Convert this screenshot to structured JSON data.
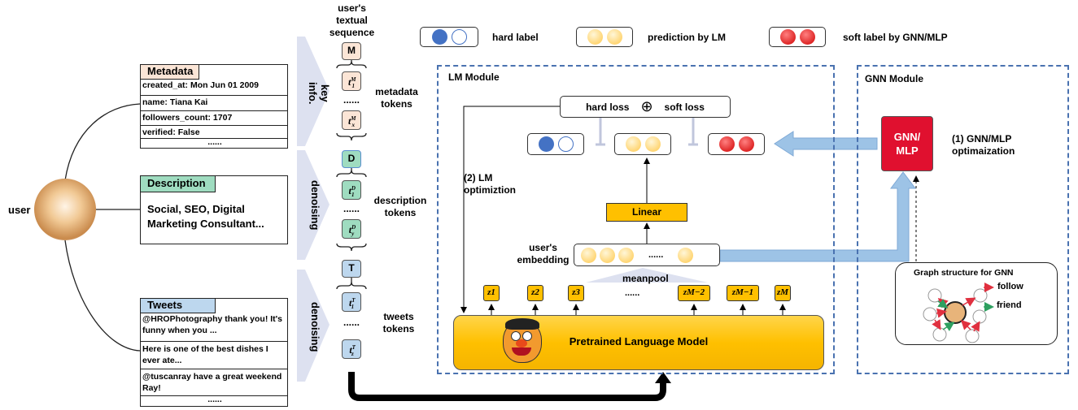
{
  "user_label": "user",
  "sequence_title": "user's textual sequence",
  "metadata": {
    "header": "Metadata",
    "rows": [
      "created_at: Mon Jun 01 2009",
      "name: Tiana Kai",
      "followers_count: 1707",
      "verified: False",
      "......"
    ],
    "color": "#fbe5d6"
  },
  "description": {
    "header": "Description",
    "text": "Social, SEO, Digital Marketing Consultant...",
    "color": "#9fdcc0"
  },
  "tweets": {
    "header": "Tweets",
    "rows": [
      "@HROPhotography thank you! It's funny when you ...",
      "Here is one of the best dishes I ever ate...",
      "@tuscanray have a great weekend Ray!",
      "......"
    ],
    "color": "#bdd7ee"
  },
  "chevrons": [
    "key info.",
    "denoising",
    "denoising"
  ],
  "tokens": {
    "m": "M",
    "m1": "t",
    "m1sup": "M",
    "m1sub": "1",
    "mx": "t",
    "mxsup": "M",
    "mxsub": "x",
    "d": "D",
    "d1": "t",
    "d1sup": "D",
    "d1sub": "1",
    "dy": "t",
    "dysup": "D",
    "dysub": "y",
    "t": "T",
    "t1": "t",
    "t1sup": "T",
    "t1sub": "1",
    "tz": "t",
    "tzsup": "T",
    "tzsub": "z",
    "dots": "......"
  },
  "token_labels": {
    "metadata": "metadata tokens",
    "description": "description tokens",
    "tweets": "tweets tokens"
  },
  "legend": {
    "hard": "hard label",
    "pred": "prediction by LM",
    "soft": "soft label by GNN/MLP"
  },
  "lm_module": {
    "title": "LM Module",
    "hard_loss": "hard loss",
    "plus": "⊕",
    "soft_loss": "soft loss",
    "lm_opt": "(2) LM optimiztion",
    "linear": "Linear",
    "embedding_label": "user's embedding",
    "embedding_dots": "......",
    "meanpool": "meanpool",
    "z": [
      "z1",
      "z2",
      "z3",
      "zM−2",
      "zM−1",
      "zM"
    ],
    "z_dots": "......",
    "plm": "Pretrained Language Model"
  },
  "gnn_module": {
    "title": "GNN Module",
    "gnn": "GNN/ MLP",
    "gnn_opt": "(1) GNN/MLP optimaization",
    "graph_title": "Graph structure for GNN",
    "follow": "follow",
    "friend": "friend"
  },
  "colors": {
    "blue": "#4472c4",
    "yellow": "#ffc000",
    "red": "#e0102f",
    "arrow_blue": "#9dc3e6",
    "chevron": "#dde1f0",
    "dash": "#4a72b0",
    "follow": "#e0303f",
    "friend": "#2ea060"
  }
}
